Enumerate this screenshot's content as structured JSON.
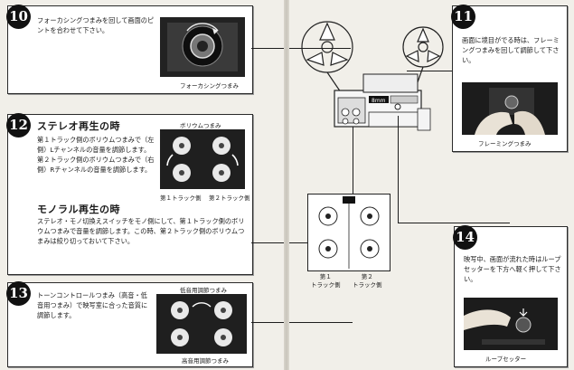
{
  "left_page": {
    "step10": {
      "number": "10",
      "text": "フォーカシングつまみを回して画面のピントを合わせて下さい。",
      "photo_caption": "フォーカシングつまみ"
    },
    "step12": {
      "number": "12",
      "heading_stereo": "ステレオ再生の時",
      "text_stereo": "第１トラック側のボリウムつまみで（左側）Lチャンネルの音量を調節します。第２トラック側のボリウムつまみで（右側）Rチャンネルの音量を調節します。",
      "knob_caption": "ボリウムつまみ",
      "track1_caption": "第１トラック側",
      "track2_caption": "第２トラック側",
      "heading_mono": "モノラル再生の時",
      "text_mono": "ステレオ・モノ切換えスイッチをモノ側にして、第１トラック側のボリウムつまみで音量を調節します。この時、第２トラック側のボリウムつまみは絞り切っておいて下さい。"
    },
    "step13": {
      "number": "13",
      "text": "トーンコントロールつまみ（高音・低音用つまみ）で映写室に合った音質に調節します。",
      "treble_caption": "低音用調節つまみ",
      "bass_caption": "高音用調節つまみ"
    }
  },
  "right_page": {
    "step11": {
      "number": "11",
      "text": "画面に境目がでる時は、フレーミングつまみを回して調節して下さい。",
      "photo_caption": "フレーミングつまみ"
    },
    "step14": {
      "number": "14",
      "text": "映写中、画面が流れた時はループセッターを下方へ軽く押して下さい。",
      "photo_caption": "ループセッター"
    },
    "diagram": {
      "track1_label": "第１\nトラック側",
      "track2_label": "第２\nトラック側",
      "machine_badge": "8mm"
    }
  }
}
